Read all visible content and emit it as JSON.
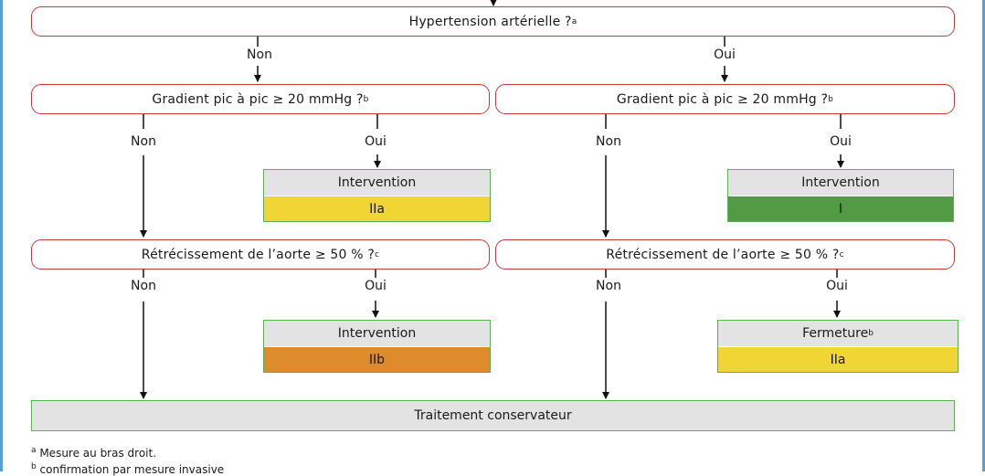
{
  "q_hypertension": "Hypertension artérielle ?",
  "q_hypertension_sup": "a",
  "q_gradient": "Gradient pic à pic ≥ 20 mmHg ?",
  "q_gradient_sup": "b",
  "q_retrecissement": "Rétrécissement de l’aorte ≥ 50 % ?",
  "q_retrecissement_sup": "c",
  "labels": {
    "non": "Non",
    "oui": "Oui"
  },
  "results": {
    "left_gradient": {
      "title": "Intervention",
      "class": "IIa",
      "color": "#f0d534"
    },
    "right_gradient": {
      "title": "Intervention",
      "class": "I",
      "color": "#539a44"
    },
    "left_retrecissement": {
      "title": "Intervention",
      "class": "IIb",
      "color": "#de8b2c"
    },
    "right_retrecissement": {
      "title": "Fermeture",
      "title_sup": "b",
      "class": "IIa",
      "color": "#f0d534"
    }
  },
  "final": "Traitement conservateur",
  "footnotes": {
    "a": {
      "mark": "a",
      "text": " Mesure au bras droit."
    },
    "b": {
      "mark": "b",
      "text": " confirmation par mesure invasive"
    }
  },
  "colors": {
    "question_border": "#c0393b",
    "result_border": "#5fae57",
    "frame": "#5aa0d8"
  }
}
